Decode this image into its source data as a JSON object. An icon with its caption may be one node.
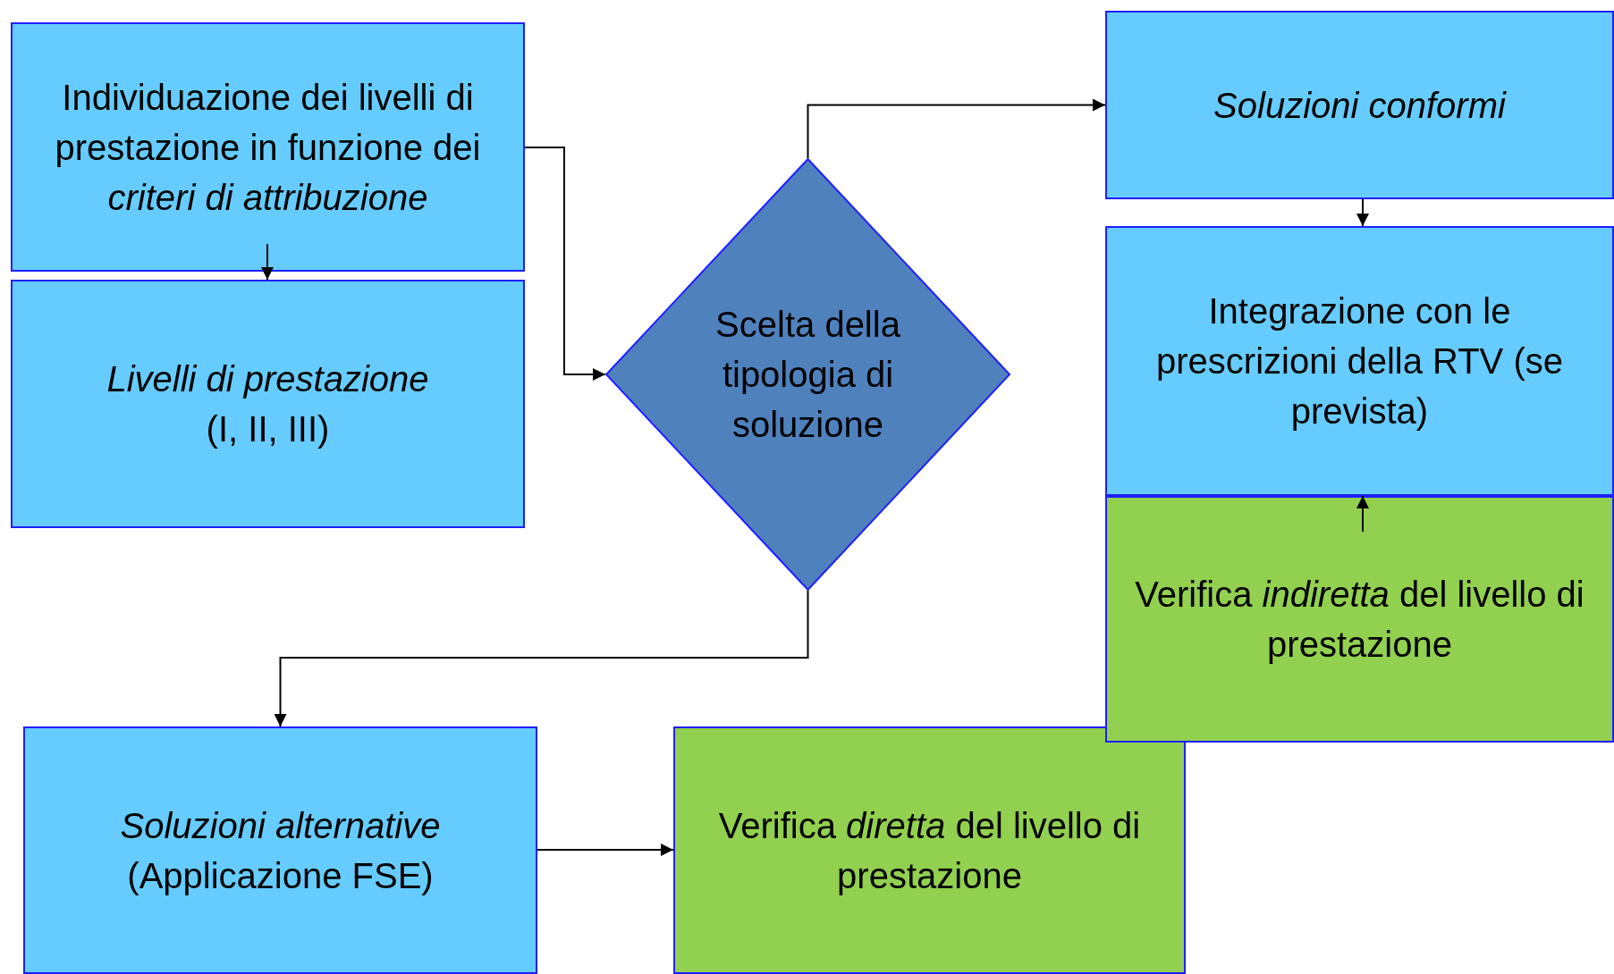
{
  "diagram": {
    "nodes": [
      {
        "text": [
          "Individuazione dei livelli di prestazione in funzione dei *criteri di attribuzione*"
        ]
      },
      {
        "text": [
          "*Livelli di prestazione*",
          "(I, II, III)"
        ]
      },
      {
        "text": [
          "Scelta della tipologia di soluzione"
        ]
      },
      {
        "text": [
          "*Soluzioni conformi*"
        ]
      },
      {
        "text": [
          "Integrazione con le prescrizioni della RTV (se prevista)"
        ]
      },
      {
        "text": [
          "Verifica *indiretta* del livello di prestazione"
        ]
      },
      {
        "text": [
          "*Soluzioni alternative*",
          "(Applicazione FSE)"
        ]
      },
      {
        "text": [
          "Verifica *diretta* del livello di prestazione"
        ]
      }
    ],
    "edges": [
      {
        "from": 0,
        "to": 1,
        "arrow": "to"
      },
      {
        "from": 0,
        "to": 2,
        "arrow": "to"
      },
      {
        "from": 2,
        "to": 3,
        "arrow": "to"
      },
      {
        "from": 3,
        "to": 4,
        "arrow": "to"
      },
      {
        "from": 5,
        "to": 4,
        "arrow": "to"
      },
      {
        "from": 2,
        "to": 6,
        "arrow": "to"
      },
      {
        "from": 6,
        "to": 7,
        "arrow": "to"
      }
    ]
  }
}
